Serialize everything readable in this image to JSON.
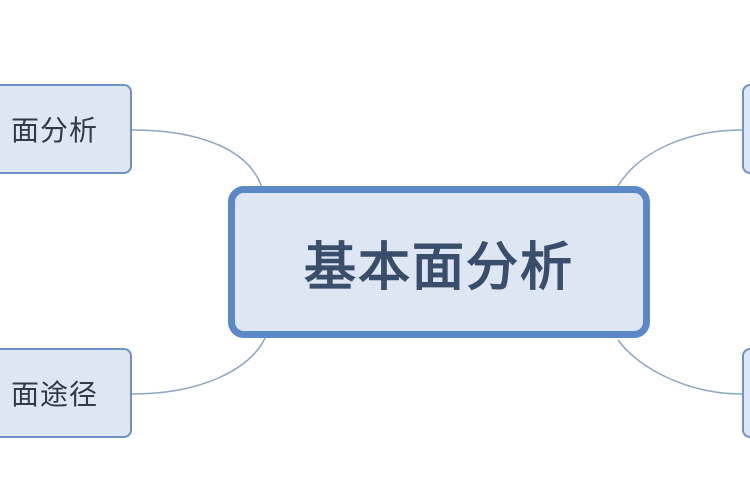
{
  "diagram": {
    "center_label": "基本面分析",
    "left_top_label": "面分析",
    "left_bottom_label": "面途径",
    "right_top_label": "",
    "right_bottom_label": ""
  },
  "colors": {
    "node_fill": "#dfe6f3",
    "node_border": "#6e92c5",
    "center_border": "#5b88c7",
    "connector": "#8fa5c2",
    "text": "#333a46"
  }
}
